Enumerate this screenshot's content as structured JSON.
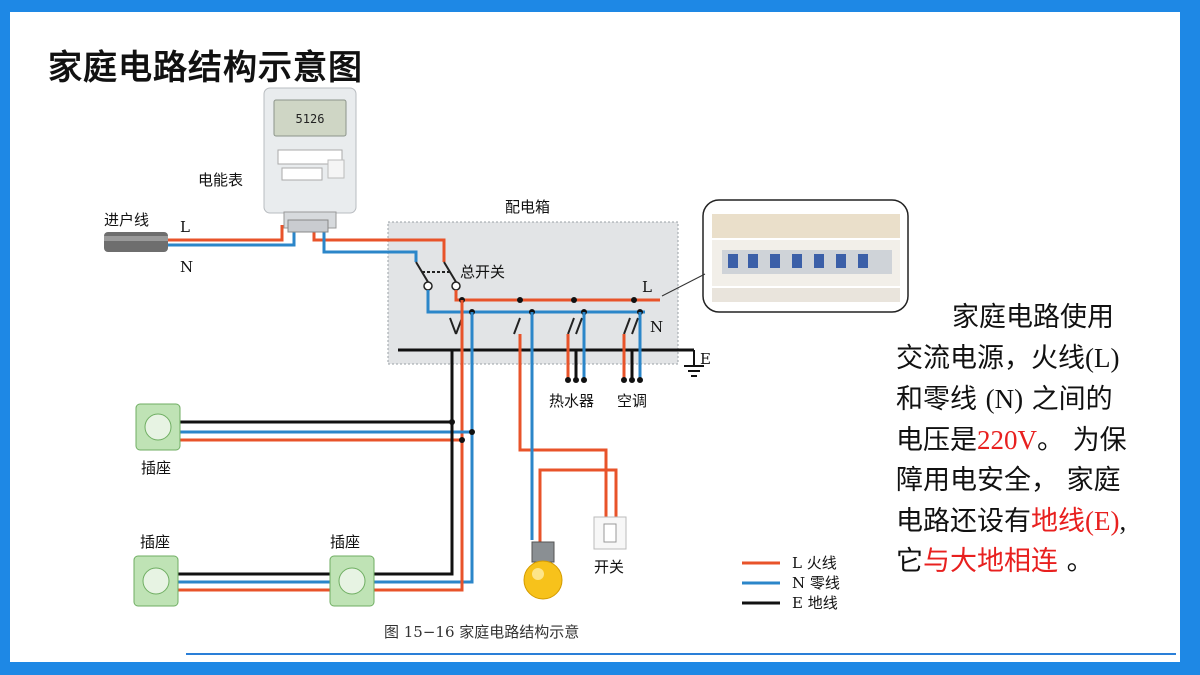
{
  "slide": {
    "title": "家庭电路结构示意图",
    "colors": {
      "live": "#e8532a",
      "neutral": "#2b86c9",
      "earth": "#111111",
      "accent": "#e8201f",
      "frame": "#1e88e5"
    }
  },
  "diagram": {
    "labels": {
      "meter": "电能表",
      "incoming_line": "进户线",
      "L": "L",
      "N": "N",
      "distribution_box": "配电箱",
      "main_switch": "总开关",
      "box_L": "L",
      "box_N": "N",
      "E": "E",
      "water_heater": "热水器",
      "air_conditioner": "空调",
      "socket_1": "插座",
      "socket_2": "插座",
      "socket_3": "插座",
      "switch": "开关",
      "caption": "图 15−16  家庭电路结构示意",
      "meter_display": "5126"
    },
    "legend": [
      {
        "label": "L 火线",
        "color": "#e8532a"
      },
      {
        "label": "N 零线",
        "color": "#2b86c9"
      },
      {
        "label": "E 地线",
        "color": "#111111"
      }
    ]
  },
  "description": {
    "p1": "家庭电路使用",
    "p2": "交流电源，火线",
    "p2b": "(L)",
    "p3": "和零线 ",
    "p3b": "(N)",
    "p3c": "  之间的",
    "p4": "电压是",
    "p4b": "220V",
    "p4c": "。 为保",
    "p5": "障用电安全， 家庭",
    "p6": "电路还设有",
    "p6b": "地线",
    "p6c": "(E)",
    "p6d": ",",
    "p7": "它",
    "p7b": "与大地相连",
    "p7c": " 。"
  }
}
